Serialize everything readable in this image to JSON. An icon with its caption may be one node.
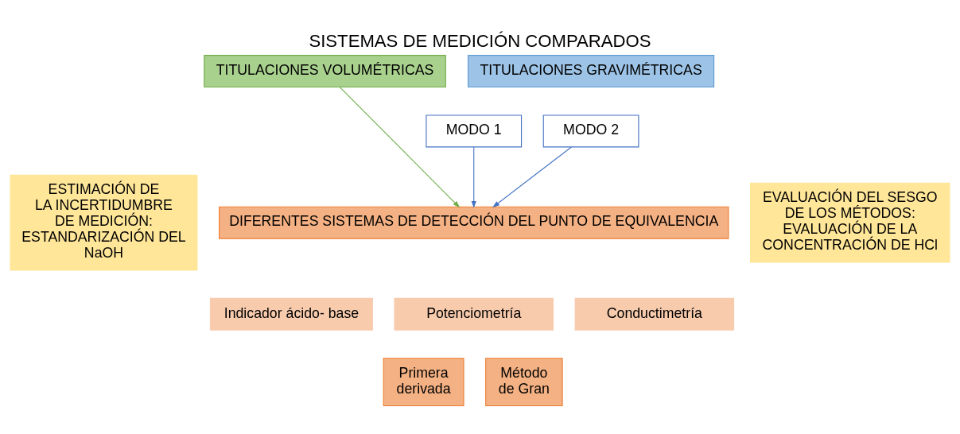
{
  "diagram": {
    "title": "SISTEMAS DE MEDICIÓN COMPARADOS",
    "nodes": [
      {
        "text": [
          "ESTIMACIÓN DE LA INCERTIDUMBRE DE MEDICIÓN: ESTANDARIZACIÓN DEL NaOH"
        ]
      },
      {
        "text": [
          "TITULACIONES GRAVIMÉTRICAS"
        ]
      },
      {
        "text": [
          "TITULACIONES VOLUMÉTRICAS"
        ]
      },
      {
        "text": [
          "MODO 1"
        ]
      },
      {
        "text": [
          "MODO 2"
        ]
      },
      {
        "text": [
          "DIFERENTES SISTEMAS DE DETECCIÓN DEL PUNTO DE EQUIVALENCIA"
        ]
      },
      {
        "text": [
          "Indicador ácido- base"
        ]
      },
      {
        "text": [
          "Potenciometría"
        ]
      },
      {
        "text": [
          "Conductimetría"
        ]
      },
      {
        "text": [
          "Primera derivada"
        ]
      },
      {
        "text": [
          "Método de Gran"
        ]
      },
      {
        "text": [
          "EVALUACIÓN DEL SESGO DE LOS MÉTODOS: EVALUACIÓN DE LA CONCENTRACIÓN DE HCl"
        ]
      }
    ],
    "edges": [
      {
        "from": 3,
        "to": 5,
        "arrow": "to"
      },
      {
        "from": 4,
        "to": 5,
        "arrow": "to"
      },
      {
        "from": 2,
        "to": 5,
        "arrow": "to",
        "color": "#70ad47"
      }
    ]
  }
}
